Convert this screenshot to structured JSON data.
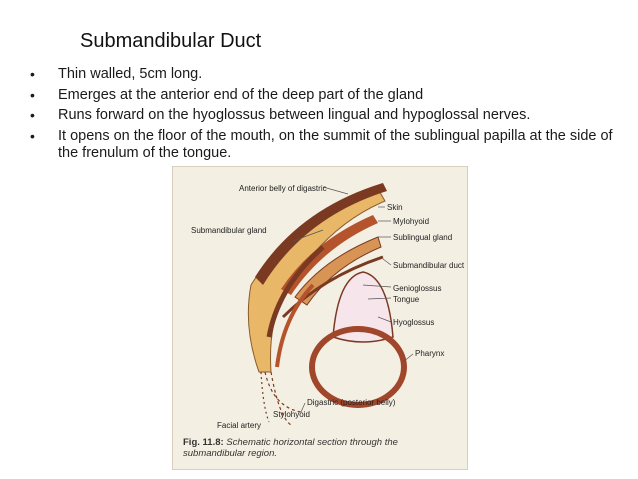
{
  "slide": {
    "title": "Submandibular Duct",
    "bullets": [
      "Thin walled, 5cm long.",
      "Emerges at the anterior end of the deep part of the gland",
      "Runs forward on the hyoglossus between lingual and hypoglossal nerves.",
      "It opens on the floor of the mouth, on the summit of the sublingual papilla at the side of the frenulum of the tongue."
    ]
  },
  "figure": {
    "labels": {
      "anterior_belly": "Anterior belly of digastric",
      "skin": "Skin",
      "mylohyoid": "Mylohyoid",
      "submandibular_gland": "Submandibular gland",
      "sublingual_gland": "Sublingual gland",
      "submandibular_duct": "Submandibular duct",
      "genioglossus": "Genioglossus",
      "tongue": "Tongue",
      "hyoglossus": "Hyoglossus",
      "pharynx": "Pharynx",
      "digastric_posterior": "Digastric (posterior belly)",
      "stylohyoid": "Stylohyoid",
      "facial_artery": "Facial artery"
    },
    "caption_num": "Fig. 11.8:",
    "caption_text": "Schematic horizontal section through the submandibular region.",
    "colors": {
      "gland": "#e9b768",
      "muscle_dark": "#7a3a22",
      "muscle_mid": "#b4532c",
      "tongue": "#f6e6ec",
      "pharynx": "#a0462a"
    }
  }
}
